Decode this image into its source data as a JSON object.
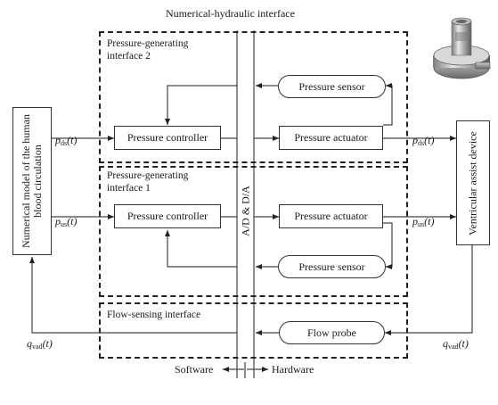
{
  "title": "Numerical-hydraulic interface",
  "blocks": {
    "numerical_model": "Numerical model of the human blood circulation",
    "vad": "Ventricular assist device",
    "ad_da": "A/D & D/A"
  },
  "interfaces": {
    "pgi2": {
      "label_line1": "Pressure-generating",
      "label_line2": "interface 2",
      "controller": "Pressure controller",
      "actuator": "Pressure actuator",
      "sensor": "Pressure sensor"
    },
    "pgi1": {
      "label_line1": "Pressure-generating",
      "label_line2": "interface 1",
      "controller": "Pressure controller",
      "actuator": "Pressure actuator",
      "sensor": "Pressure sensor"
    },
    "flow": {
      "label": "Flow-sensing interface",
      "probe": "Flow probe"
    }
  },
  "signals": {
    "p_ds": {
      "base": "p",
      "sub": "ds",
      "arg": "(t)"
    },
    "p_us": {
      "base": "p",
      "sub": "us",
      "arg": "(t)"
    },
    "q_vad": {
      "base": "q",
      "sub": "vad",
      "arg": "(t)"
    }
  },
  "footer": {
    "software": "Software",
    "hardware": "Hardware"
  }
}
